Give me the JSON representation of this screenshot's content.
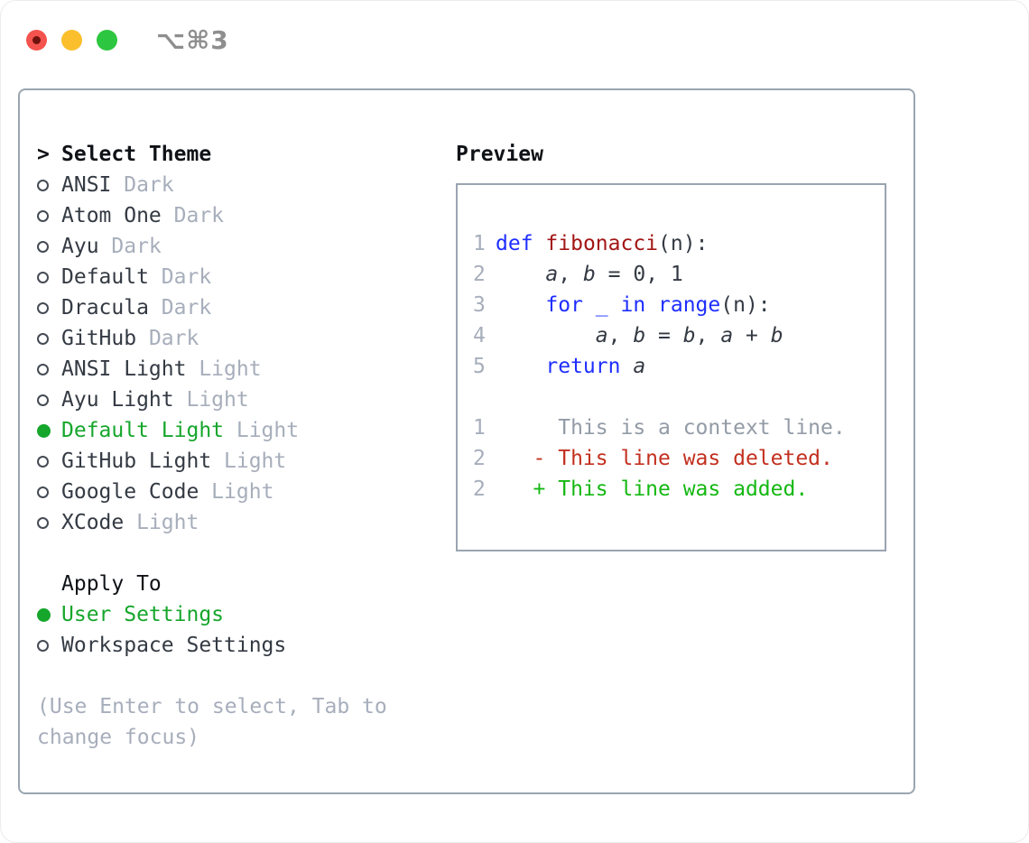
{
  "window": {
    "shortcut": "⌥⌘3",
    "traffic_lights": [
      "close",
      "minimize",
      "zoom"
    ]
  },
  "colors": {
    "accent_green": "#16a62c",
    "added_green": "#15b813",
    "deleted_red": "#c3301f",
    "keyword_blue": "#1e2eff",
    "function_red": "#a31515",
    "text_dark": "#343a43",
    "header_black": "#0f1216",
    "muted_gray": "#a7aebb",
    "context_gray": "#939ba6",
    "border_gray": "#9aa5b1",
    "shortcut_gray": "#8e8e8e",
    "traffic_red": "#f4534e",
    "traffic_yellow": "#fbbf2d",
    "traffic_green": "#2dc640"
  },
  "theme_panel": {
    "header_prefix": ">",
    "header": "Select Theme",
    "items": [
      {
        "name": "ANSI",
        "variant": "Dark",
        "selected": false
      },
      {
        "name": "Atom One",
        "variant": "Dark",
        "selected": false
      },
      {
        "name": "Ayu",
        "variant": "Dark",
        "selected": false
      },
      {
        "name": "Default",
        "variant": "Dark",
        "selected": false
      },
      {
        "name": "Dracula",
        "variant": "Dark",
        "selected": false
      },
      {
        "name": "GitHub",
        "variant": "Dark",
        "selected": false
      },
      {
        "name": "ANSI Light",
        "variant": "Light",
        "selected": false
      },
      {
        "name": "Ayu Light",
        "variant": "Light",
        "selected": false
      },
      {
        "name": "Default Light",
        "variant": "Light",
        "selected": true
      },
      {
        "name": "GitHub Light",
        "variant": "Light",
        "selected": false
      },
      {
        "name": "Google Code",
        "variant": "Light",
        "selected": false
      },
      {
        "name": "XCode",
        "variant": "Light",
        "selected": false
      }
    ]
  },
  "apply_panel": {
    "header": "Apply To",
    "items": [
      {
        "label": "User Settings",
        "selected": true
      },
      {
        "label": "Workspace Settings",
        "selected": false
      }
    ]
  },
  "help_text": "(Use Enter to select, Tab to change focus)",
  "preview": {
    "header": "Preview",
    "lines": [
      {
        "num": "1",
        "segments": [
          {
            "t": "def",
            "c": "kw"
          },
          {
            "t": " "
          },
          {
            "t": "fibonacci",
            "c": "fn"
          },
          {
            "t": "(n):"
          }
        ]
      },
      {
        "num": "2",
        "segments": [
          {
            "t": "    "
          },
          {
            "t": "a",
            "c": "var"
          },
          {
            "t": ", "
          },
          {
            "t": "b",
            "c": "var"
          },
          {
            "t": " = 0, 1"
          }
        ]
      },
      {
        "num": "3",
        "segments": [
          {
            "t": "    "
          },
          {
            "t": "for _ in range",
            "c": "kw"
          },
          {
            "t": "(n):"
          }
        ]
      },
      {
        "num": "4",
        "segments": [
          {
            "t": "        "
          },
          {
            "t": "a",
            "c": "var"
          },
          {
            "t": ", "
          },
          {
            "t": "b",
            "c": "var"
          },
          {
            "t": " = "
          },
          {
            "t": "b",
            "c": "var"
          },
          {
            "t": ", "
          },
          {
            "t": "a",
            "c": "var"
          },
          {
            "t": " + "
          },
          {
            "t": "b",
            "c": "var"
          }
        ]
      },
      {
        "num": "5",
        "segments": [
          {
            "t": "    "
          },
          {
            "t": "return",
            "c": "kw"
          },
          {
            "t": " "
          },
          {
            "t": "a",
            "c": "var"
          }
        ]
      },
      {
        "num": "",
        "segments": []
      },
      {
        "num": "1",
        "segments": [
          {
            "t": "     This is a context line.",
            "c": "ctx"
          }
        ]
      },
      {
        "num": "2",
        "segments": [
          {
            "t": "   - This line was deleted.",
            "c": "del"
          }
        ]
      },
      {
        "num": "2",
        "segments": [
          {
            "t": "   + This line was added.",
            "c": "add"
          }
        ]
      }
    ]
  }
}
